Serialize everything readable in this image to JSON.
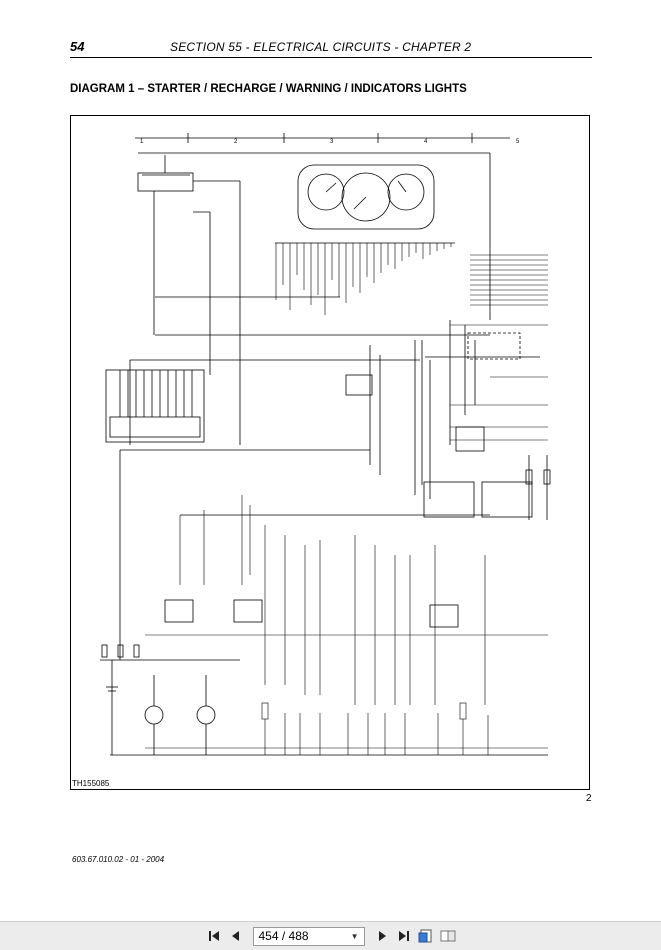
{
  "header": {
    "page_number": "54",
    "section_title": "SECTION 55 - ELECTRICAL CIRCUITS - CHAPTER 2"
  },
  "diagram": {
    "title": "DIAGRAM 1 – STARTER / RECHARGE / WARNING / INDICATORS LIGHTS",
    "figure_code": "TH155085",
    "figure_number": "2",
    "column_numbers": [
      "1",
      "2",
      "3",
      "4",
      "5"
    ]
  },
  "footer": {
    "document_ref": "603.67.010.02 - 01 - 2004"
  },
  "toolbar": {
    "page_indicator": "454 / 488",
    "icons": [
      "first-page-icon",
      "previous-page-icon",
      "next-page-icon",
      "last-page-icon",
      "fit-page-icon",
      "two-page-icon"
    ]
  }
}
